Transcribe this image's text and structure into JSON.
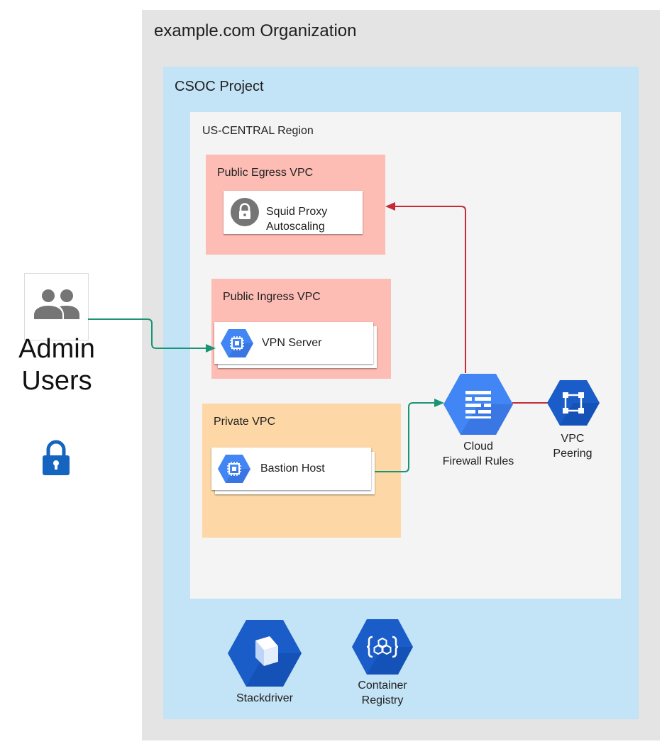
{
  "org": {
    "title": "example.com Organization"
  },
  "project": {
    "title": "CSOC Project"
  },
  "region": {
    "title": "US-CENTRAL Region"
  },
  "vpcs": {
    "egress": {
      "title": "Public Egress VPC",
      "card_line1": "Squid Proxy",
      "card_line2": "Autoscaling",
      "icon": "lock-icon"
    },
    "ingress": {
      "title": "Public Ingress VPC",
      "card_label": "VPN Server",
      "icon": "compute-engine-icon"
    },
    "private": {
      "title": "Private VPC",
      "card_label": "Bastion Host",
      "icon": "compute-engine-icon"
    }
  },
  "firewall": {
    "line1": "Cloud",
    "line2": "Firewall Rules",
    "icon": "firewall-icon"
  },
  "peering": {
    "line1": "VPC",
    "line2": "Peering",
    "icon": "vpc-peering-icon"
  },
  "users": {
    "line1": "Admin",
    "line2": "Users",
    "icon": "users-icon"
  },
  "services": {
    "stackdriver": {
      "label": "Stackdriver",
      "icon": "stackdriver-icon"
    },
    "registry": {
      "line1": "Container",
      "line2": "Registry",
      "icon": "container-registry-icon"
    }
  },
  "colors": {
    "org_bg": "#e4e4e4",
    "project_bg": "#c3e3f6",
    "region_bg": "#f4f4f4",
    "public_vpc": "#fdbcb4",
    "private_vpc": "#fdd8a6",
    "gcp_blue": "#4285f4",
    "gcp_dark_blue": "#1a5cc8",
    "egress_arrow": "#c62a37",
    "ingress_arrow": "#1b9475",
    "lock_blue": "#1565c0"
  }
}
